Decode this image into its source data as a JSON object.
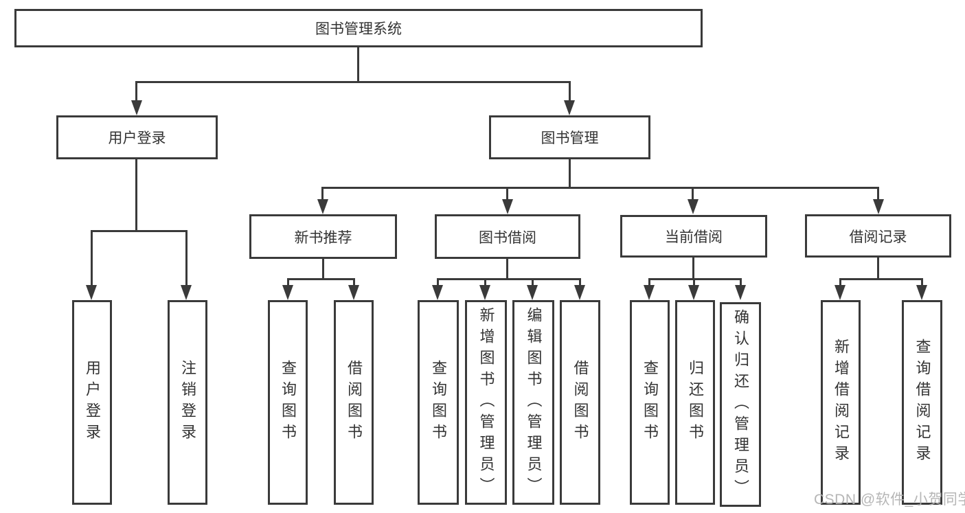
{
  "nodes": {
    "root": {
      "label": "图书管理系统"
    },
    "userLogin": {
      "label": "用户登录",
      "children": [
        "用户登录",
        "注销登录"
      ]
    },
    "bookMgmt": {
      "label": "图书管理"
    },
    "newBookRec": {
      "label": "新书推荐",
      "children": [
        "查询图书",
        "借阅图书"
      ]
    },
    "bookBorrow": {
      "label": "图书借阅",
      "children": [
        "查询图书",
        "新增图书（管理员）",
        "编辑图书（管理员）",
        "借阅图书"
      ]
    },
    "currentBorrow": {
      "label": "当前借阅",
      "children": [
        "查询图书",
        "归还图书",
        "确认归还（管理员）"
      ]
    },
    "borrowRecord": {
      "label": "借阅记录",
      "children": [
        "新增借阅记录",
        "查询借阅记录"
      ]
    }
  },
  "watermark": "CSDN @软件_小贺同学",
  "colors": {
    "line": "#3a3a3a",
    "text": "#333333",
    "watermark": "#b2b2b2",
    "background": "#ffffff"
  }
}
